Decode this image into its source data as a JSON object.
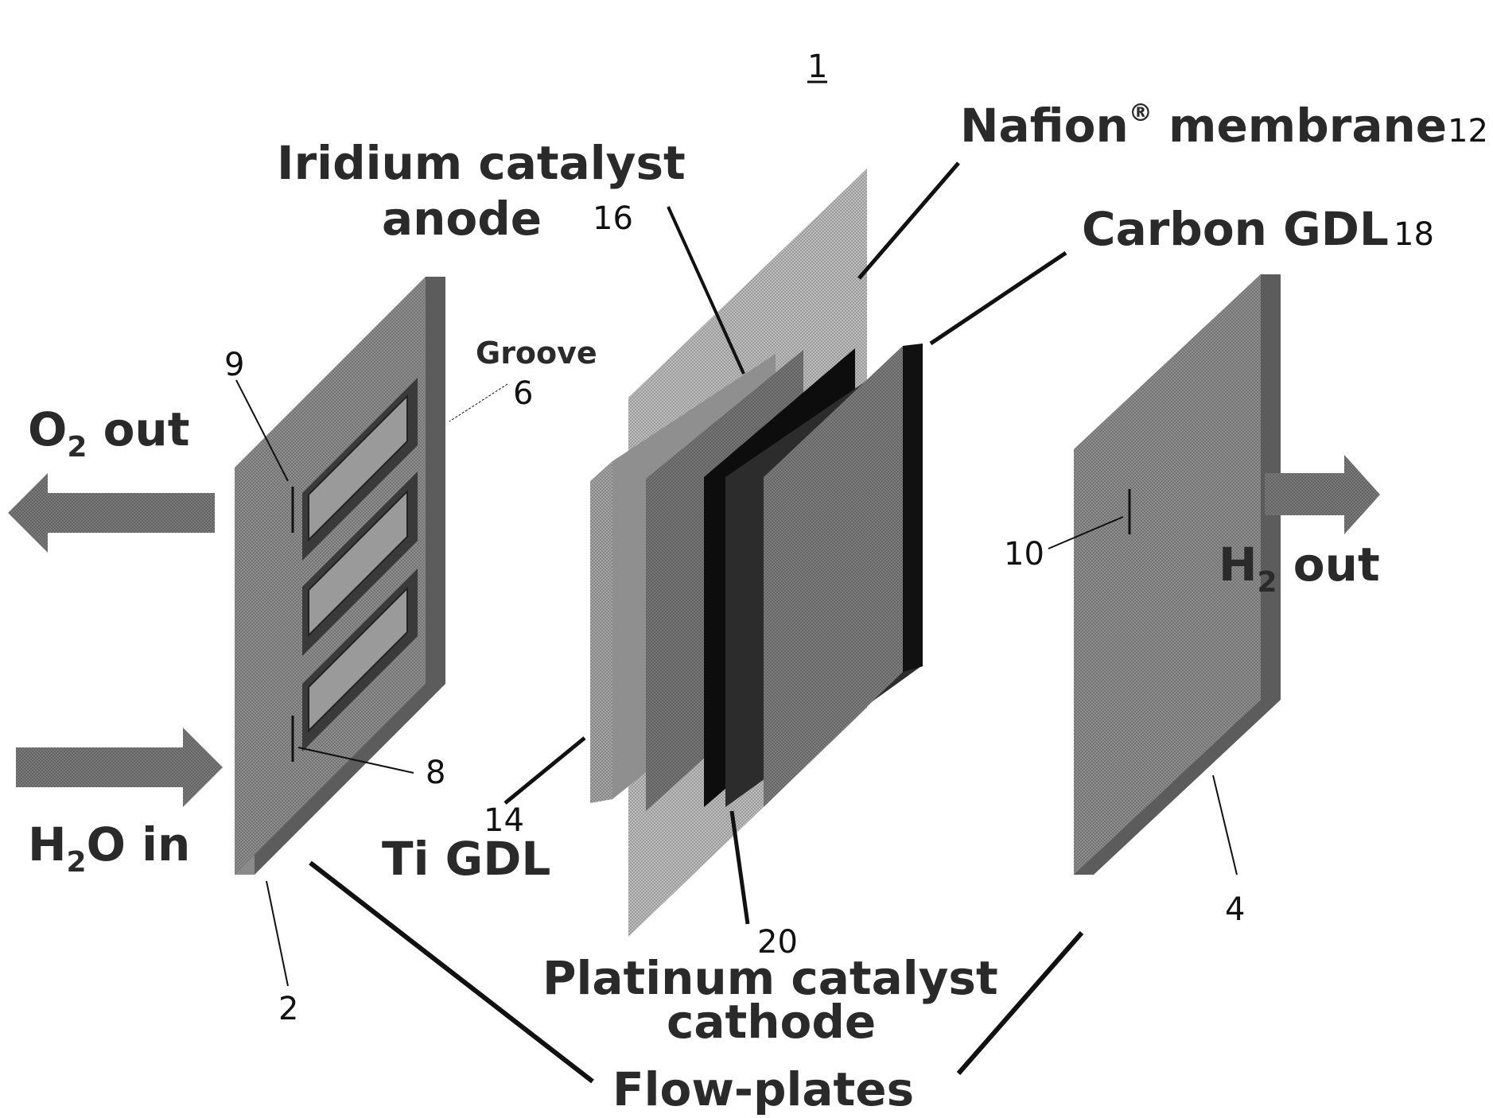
{
  "figure_number": "1",
  "labels": {
    "nafion": "Nafion",
    "nafion_sup": "®",
    "nafion_rest": " membrane",
    "iridium_line1": "Iridium catalyst",
    "iridium_line2": "anode",
    "carbon_gdl": "Carbon GDL",
    "groove": "Groove",
    "o2_out_a": "O",
    "o2_out_sub": "2",
    "o2_out_b": " out",
    "h2o_in_a": "H",
    "h2o_in_sub": "2",
    "h2o_in_b": "O in",
    "h2_out_a": "H",
    "h2_out_sub": "2",
    "h2_out_b": " out",
    "ti_gdl": "Ti GDL",
    "platinum_line1": "Platinum catalyst",
    "platinum_line2": "cathode",
    "flow_plates": "Flow-plates"
  },
  "refs": {
    "n12": "12",
    "n16": "16",
    "n18": "18",
    "n9": "9",
    "n6": "6",
    "n8": "8",
    "n10": "10",
    "n14": "14",
    "n20": "20",
    "n2": "2",
    "n4": "4"
  },
  "colors": {
    "plate_front": "#8c8c8c",
    "plate_side": "#5c5c5c",
    "membrane": "#b8b8b8",
    "ti_gdl": "#9a9a9a",
    "iridium": "#6a6a6a",
    "platinum": "#0c0c0c",
    "carbon": "#777777",
    "arrow": "#7a7a7a",
    "text": "#2a2a2a"
  }
}
